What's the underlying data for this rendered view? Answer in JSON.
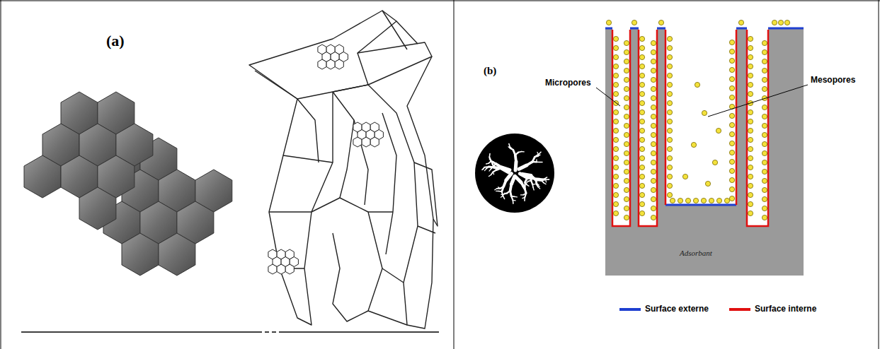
{
  "diagram": {
    "labels": [
      "(a)",
      "(b)",
      "Micropores",
      "Mesopores",
      "Adsorbant"
    ],
    "legend": [
      {
        "text": "Surface externe",
        "color": "#1f3fd0"
      },
      {
        "text": "Surface interne",
        "color": "#e01010"
      }
    ]
  }
}
